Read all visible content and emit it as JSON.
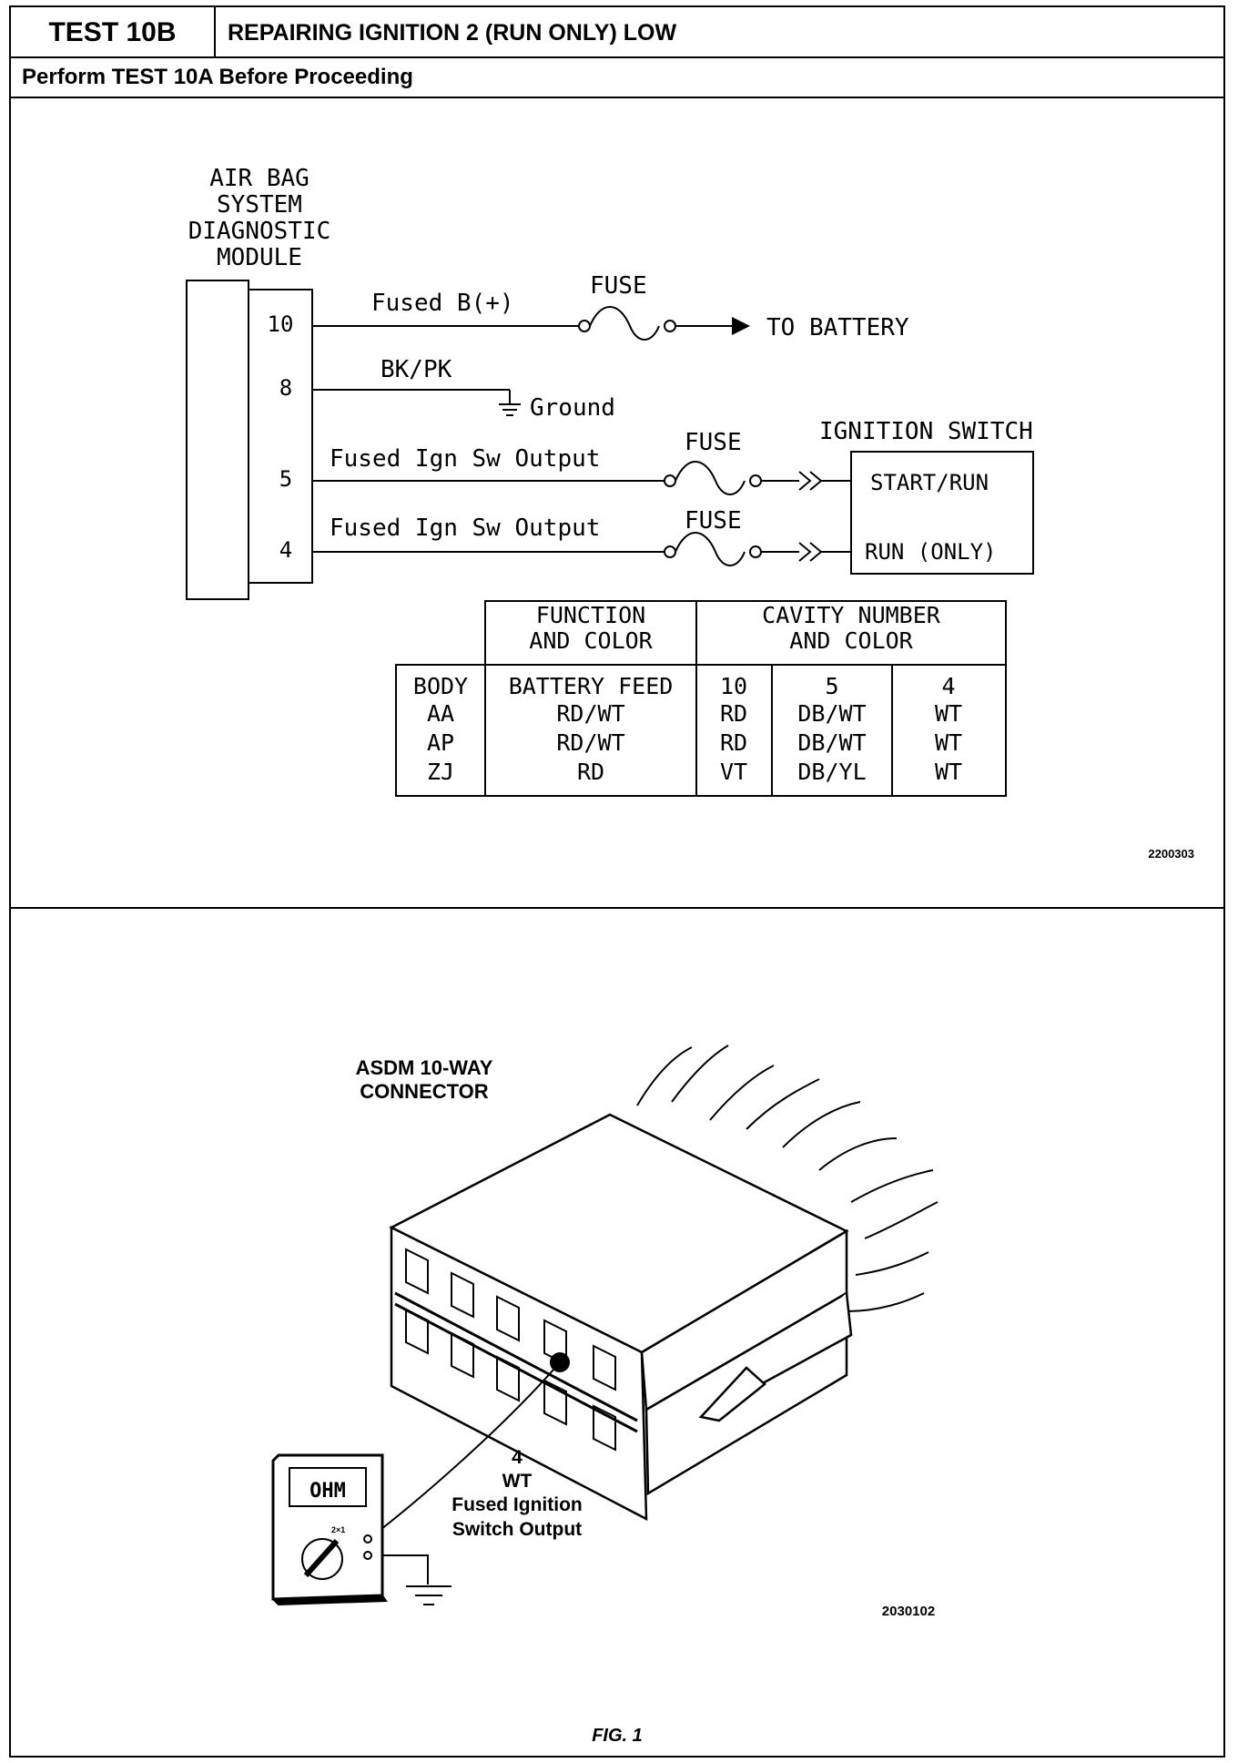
{
  "header": {
    "test_id": "TEST 10B",
    "title": "REPAIRING IGNITION 2 (RUN ONLY) LOW",
    "prereq": "Perform TEST 10A Before Proceeding"
  },
  "schematic": {
    "module_label": [
      "AIR BAG",
      "SYSTEM",
      "DIAGNOSTIC",
      "MODULE"
    ],
    "pins": [
      "10",
      "8",
      "5",
      "4"
    ],
    "wire_fused_b": "Fused B(+)",
    "wire_bkpk": "BK/PK",
    "wire_ign_out_1": "Fused Ign Sw Output",
    "wire_ign_out_2": "Fused Ign Sw Output",
    "fuse_1": "FUSE",
    "fuse_2": "FUSE",
    "fuse_3": "FUSE",
    "to_battery": "TO BATTERY",
    "ground": "Ground",
    "ignition_switch": "IGNITION SWITCH",
    "switch_start_run": "START/RUN",
    "switch_run_only": "RUN (ONLY)",
    "figure_number": "2200303"
  },
  "table": {
    "head_function": [
      "FUNCTION",
      "AND COLOR"
    ],
    "head_cavity": [
      "CAVITY NUMBER",
      "AND COLOR"
    ],
    "columns": [
      "BODY",
      "BATTERY FEED",
      "10",
      "5",
      "4"
    ],
    "rows": [
      [
        "AA",
        "RD/WT",
        "RD",
        "DB/WT",
        "WT"
      ],
      [
        "AP",
        "RD/WT",
        "RD",
        "DB/WT",
        "WT"
      ],
      [
        "ZJ",
        "RD",
        "VT",
        "DB/YL",
        "WT"
      ]
    ]
  },
  "connector": {
    "title": [
      "ASDM 10-WAY",
      "CONNECTOR"
    ],
    "callout": [
      "4",
      "WT",
      "Fused Ignition",
      "Switch Output"
    ],
    "meter_display": "OHM",
    "meter_range": "2×1",
    "figure_number": "2030102",
    "caption": "FIG. 1"
  }
}
